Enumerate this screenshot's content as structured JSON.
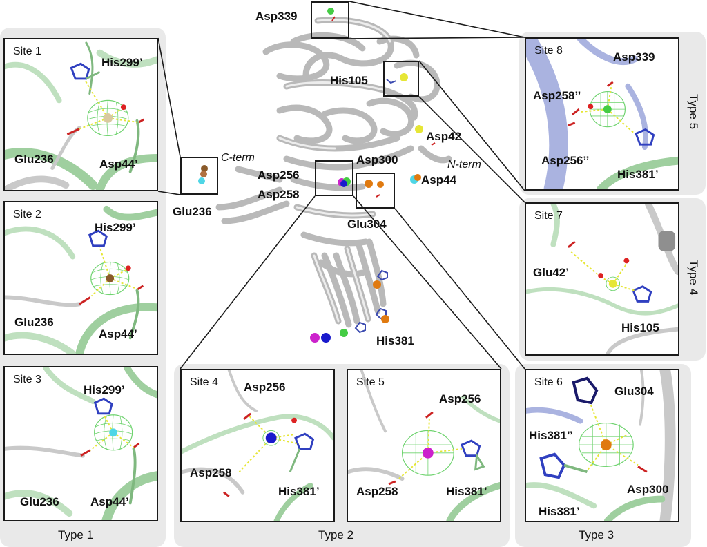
{
  "central": {
    "labels": {
      "asp339": "Asp339",
      "his105": "His105",
      "asp42": "Asp42",
      "c_term": "C-term",
      "n_term": "N-term",
      "asp256": "Asp256",
      "asp258": "Asp258",
      "asp300": "Asp300",
      "asp44": "Asp44",
      "glu236": "Glu236",
      "glu304": "Glu304",
      "his381": "His381"
    }
  },
  "panels": {
    "site1": {
      "title": "Site 1",
      "labels": [
        "His299’",
        "Glu236",
        "Asp44’"
      ]
    },
    "site2": {
      "title": "Site 2",
      "labels": [
        "His299’",
        "Glu236",
        "Asp44’"
      ]
    },
    "site3": {
      "title": "Site 3",
      "labels": [
        "His299’",
        "Glu236",
        "Asp44’"
      ]
    },
    "site4": {
      "title": "Site 4",
      "labels": [
        "Asp256",
        "Asp258",
        "His381’"
      ]
    },
    "site5": {
      "title": "Site 5",
      "labels": [
        "Asp256",
        "Asp258",
        "His381’"
      ]
    },
    "site6": {
      "title": "Site 6",
      "labels": [
        "Glu304",
        "His381’’",
        "Asp300",
        "His381’"
      ]
    },
    "site7": {
      "title": "Site 7",
      "labels": [
        "Glu42’",
        "His105"
      ]
    },
    "site8": {
      "title": "Site 8",
      "labels": [
        "Asp339",
        "Asp258’’",
        "Asp256’’",
        "His381’"
      ]
    }
  },
  "types": {
    "type1": "Type 1",
    "type2": "Type 2",
    "type3": "Type 3",
    "type4": "Type 4",
    "type5": "Type 5"
  },
  "colors": {
    "mesh": "#6fd36f",
    "ribbon_green": "#9fcf9f",
    "ribbon_grey": "#cfcfcf",
    "ribbon_lavender": "#aab3e0",
    "ion_beige": "#d9c9a0",
    "ion_bronze": "#8a5a2a",
    "ion_cyan": "#4fd6e6",
    "ion_blue": "#1a1acc",
    "ion_magenta": "#cc22cc",
    "ion_orange": "#e07a10",
    "ion_yellow": "#e6e636",
    "ion_green": "#44cc44",
    "water_red": "#dd2222",
    "group_bg": "#e9e9e9"
  }
}
